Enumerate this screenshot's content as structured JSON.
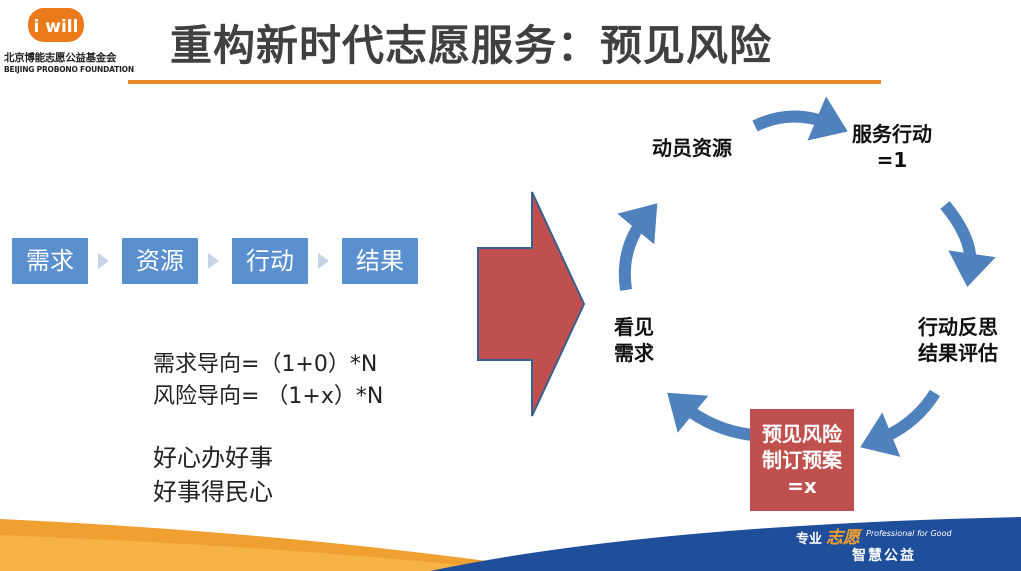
{
  "brand": {
    "logo_text": "i will",
    "name_cn": "北京博能志愿公益基金会",
    "name_en": "BEIJING PROBONO FOUNDATION",
    "accent_color": "#ea8a2a"
  },
  "title": "重构新时代志愿服务：预见风险",
  "process_steps": [
    "需求",
    "资源",
    "行动",
    "结果"
  ],
  "formulas": {
    "demand": "需求导向=（1+0）*N",
    "risk": "风险导向= （1+x）*N"
  },
  "mottos": [
    "好心办好事",
    "好事得民心"
  ],
  "cycle": {
    "mobilize": "动员资源",
    "service_line1": "服务行动",
    "service_line2": "=1",
    "reflect_line1": "行动反思",
    "reflect_line2": "结果评估",
    "risk_line1": "预见风险",
    "risk_line2": "制订预案",
    "risk_line3": "=x",
    "see_line1": "看见",
    "see_line2": "需求"
  },
  "footer": {
    "slogan_line1": "专业",
    "slogan_char": "志愿",
    "slogan_line2": "智慧公益",
    "slogan_en": "Professional for Good"
  },
  "colors": {
    "box_blue": "#5a8fd0",
    "cycle_arrow": "#4f81bd",
    "big_arrow": "#c0504d",
    "risk_box": "#c0504d",
    "footer_blue": "#1f4e9a",
    "footer_orange": "#f0a030"
  }
}
